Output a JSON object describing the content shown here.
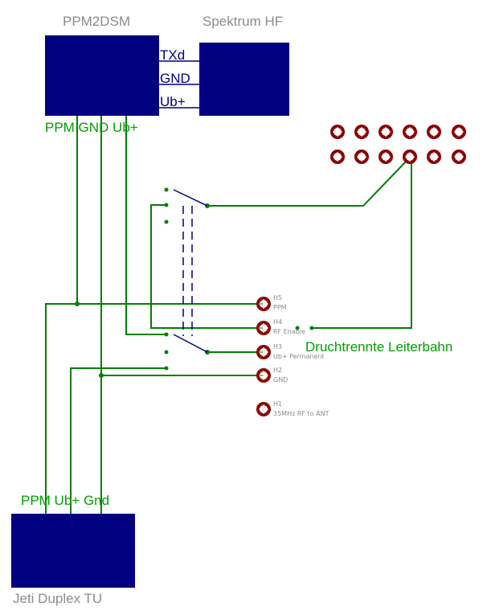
{
  "modules": {
    "ppm2dsm": {
      "name": "PPM2DSM",
      "pins": "PPM GND Ub+"
    },
    "spektrum": {
      "name": "Spektrum HF"
    },
    "jeti": {
      "name": "Jeti Duplex TU",
      "pins": "PPM Ub+ Gnd"
    }
  },
  "bus": [
    "TXd",
    "GND",
    "Ub+"
  ],
  "pads": [
    {
      "ref": "H5",
      "label": "PPM"
    },
    {
      "ref": "H4",
      "label": "RF Enable"
    },
    {
      "ref": "H3",
      "label": "Ub+ Permanent"
    },
    {
      "ref": "H2",
      "label": "GND"
    },
    {
      "ref": "H1",
      "label": "35MHz RF to ANT"
    }
  ],
  "annotation": "Druchtrennte Leiterbahn",
  "colors": {
    "module_fill": "#000080",
    "wire": "#008000",
    "pad": "#8b0000",
    "switch": "#000080"
  }
}
